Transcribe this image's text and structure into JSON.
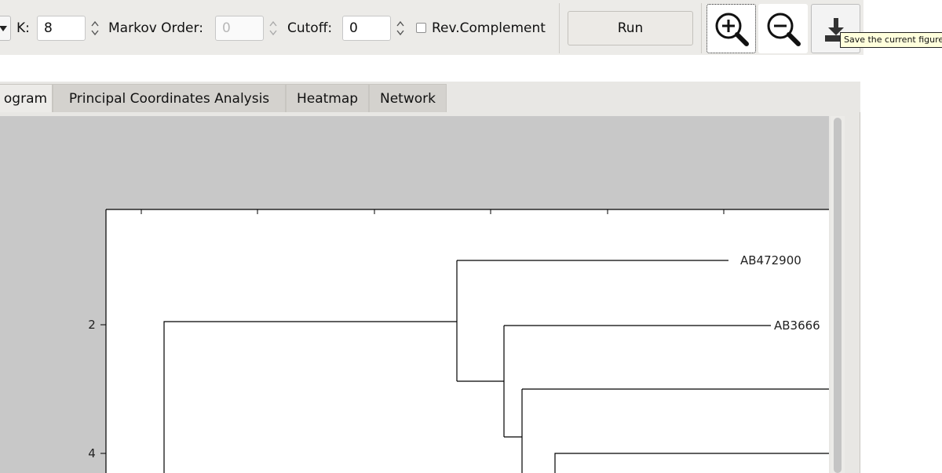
{
  "toolbar": {
    "k_label": "K:",
    "k_value": "8",
    "markov_label": "Markov Order:",
    "markov_value": "0",
    "cutoff_label": "Cutoff:",
    "cutoff_value": "0",
    "revcomp_label": "Rev.Complement",
    "revcomp_checked": false,
    "run_label": "Run",
    "tooltip": "Save the current figure"
  },
  "tabs": [
    {
      "label": "ogram",
      "active": true
    },
    {
      "label": "Principal Coordinates Analysis",
      "active": false
    },
    {
      "label": "Heatmap",
      "active": false
    },
    {
      "label": "Network",
      "active": false
    }
  ],
  "figure": {
    "y_ticks": [
      "2",
      "4"
    ],
    "leaf_labels": [
      "AB472900",
      "AB3666"
    ]
  }
}
